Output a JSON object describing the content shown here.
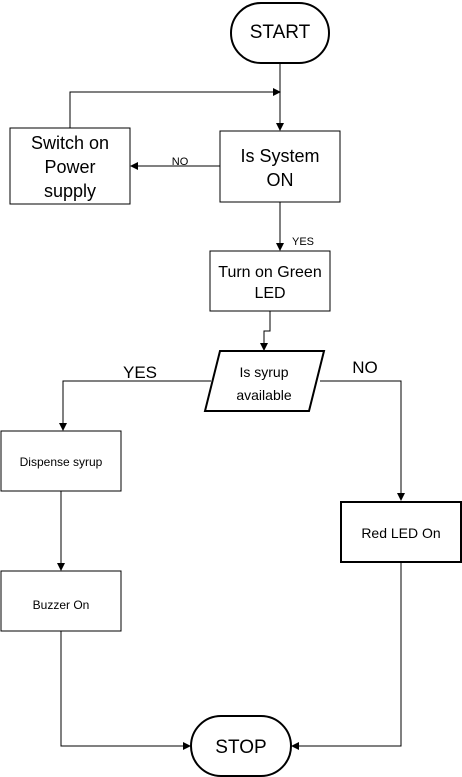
{
  "nodes": {
    "start": "START",
    "switch_on_power": [
      "Switch on",
      "Power",
      "supply"
    ],
    "is_system_on": [
      "Is System",
      "ON"
    ],
    "turn_on_green_led": [
      "Turn on Green",
      "LED"
    ],
    "is_syrup_available": [
      "Is syrup",
      "available"
    ],
    "dispense_syrup": "Dispense syrup",
    "buzzer_on": "Buzzer On",
    "red_led_on": "Red LED On",
    "stop": "STOP"
  },
  "edge_labels": {
    "system_no": "NO",
    "system_yes": "YES",
    "syrup_yes": "YES",
    "syrup_no": "NO"
  },
  "colors": {
    "stroke": "#000000",
    "fill": "#ffffff"
  }
}
